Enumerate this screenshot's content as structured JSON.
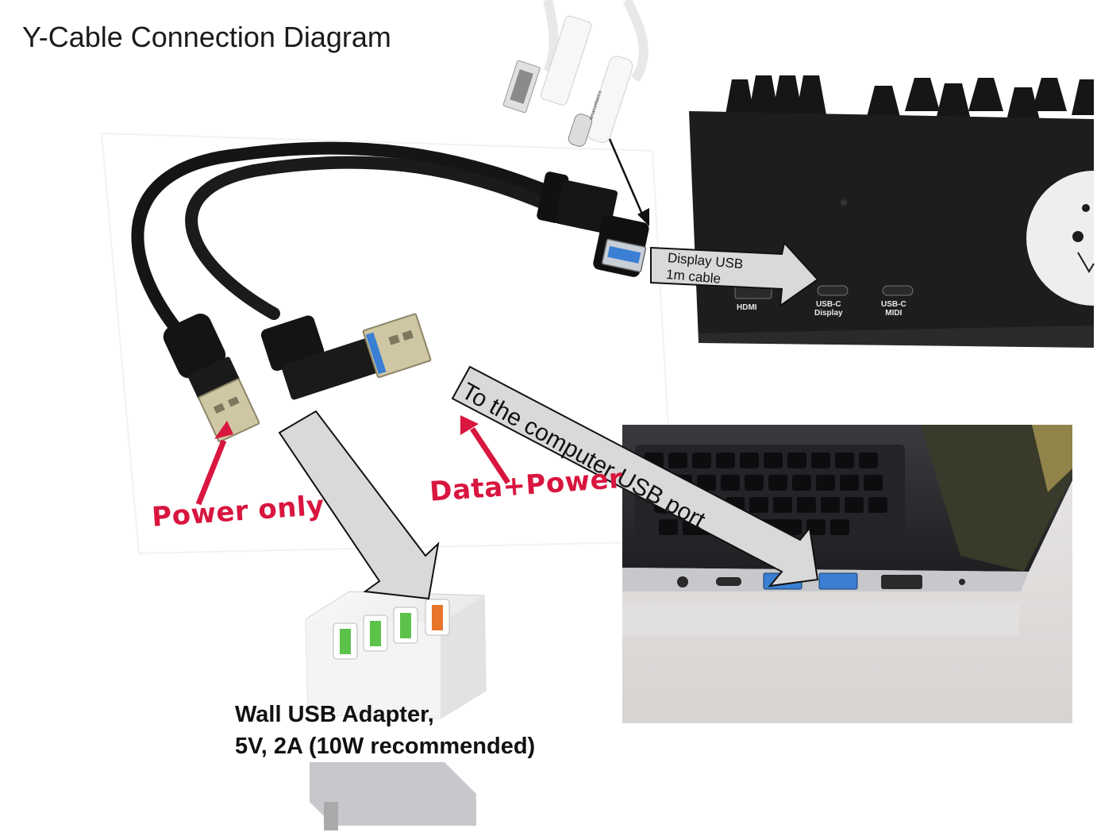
{
  "title": "Y-Cable Connection Diagram",
  "labels": {
    "power_only": "Power only",
    "data_power": "Data+Power",
    "display_usb_line1": "Display USB",
    "display_usb_line2": "1m cable",
    "to_computer": "To the computer USB port",
    "adapter_line1": "Wall USB Adapter,",
    "adapter_line2": "5V, 2A (10W recommended)"
  },
  "device_ports": {
    "hdmi": "HDMI",
    "usbc_display_line1": "USB-C",
    "usbc_display_line2": "Display",
    "usbc_midi_line1": "USB-C",
    "usbc_midi_line2": "MIDI"
  },
  "cable_brand": "amazonbasics",
  "colors": {
    "label_red": "#d8163f",
    "arrow_fill": "#d9d9d9",
    "usb3_blue": "#3a7fd4",
    "charger_green": "#5cc24a",
    "charger_orange": "#e8742a"
  }
}
